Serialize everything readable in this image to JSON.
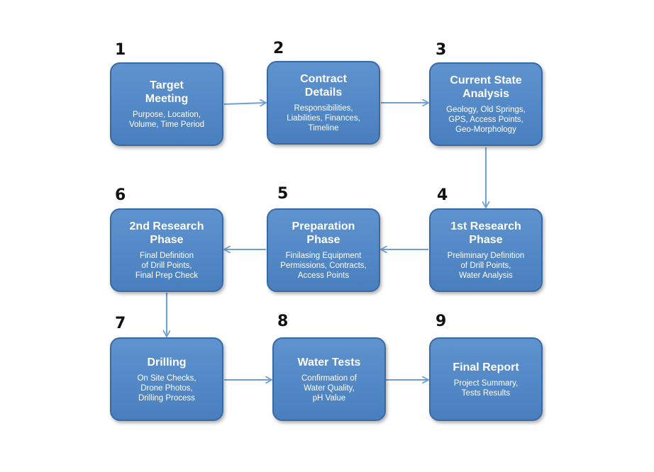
{
  "colors": {
    "box_fill": "#5b8fcd",
    "box_border": "#3a6aa3",
    "arrow": "#6f9fd5",
    "text": "#ffffff",
    "number": "#111111"
  },
  "steps": [
    {
      "number": "1",
      "title": "Target\nMeeting",
      "desc": "Purpose, Location,\nVolume, Time Period"
    },
    {
      "number": "2",
      "title": "Contract\nDetails",
      "desc": "Responsibilities,\nLiabilities, Finances,\nTimeline"
    },
    {
      "number": "3",
      "title": "Current State\nAnalysis",
      "desc": "Geology, Old Springs,\nGPS, Access Points,\nGeo-Morphology"
    },
    {
      "number": "4",
      "title": "1st Research\nPhase",
      "desc": "Preliminary Definition\nof Drill Points,\nWater Analysis"
    },
    {
      "number": "5",
      "title": "Preparation\nPhase",
      "desc": "Finilasing Equipment\nPermissions, Contracts,\nAccess Points"
    },
    {
      "number": "6",
      "title": "2nd Research\nPhase",
      "desc": "Final Definition\nof Drill Points,\nFinal Prep Check"
    },
    {
      "number": "7",
      "title": "Drilling",
      "desc": "On Site Checks,\nDrone Photos,\nDrilling Process"
    },
    {
      "number": "8",
      "title": "Water Tests",
      "desc": "Confirmation of\nWater Quality,\npH Value"
    },
    {
      "number": "9",
      "title": "Final Report",
      "desc": "Project Summary,\nTests Results"
    }
  ]
}
